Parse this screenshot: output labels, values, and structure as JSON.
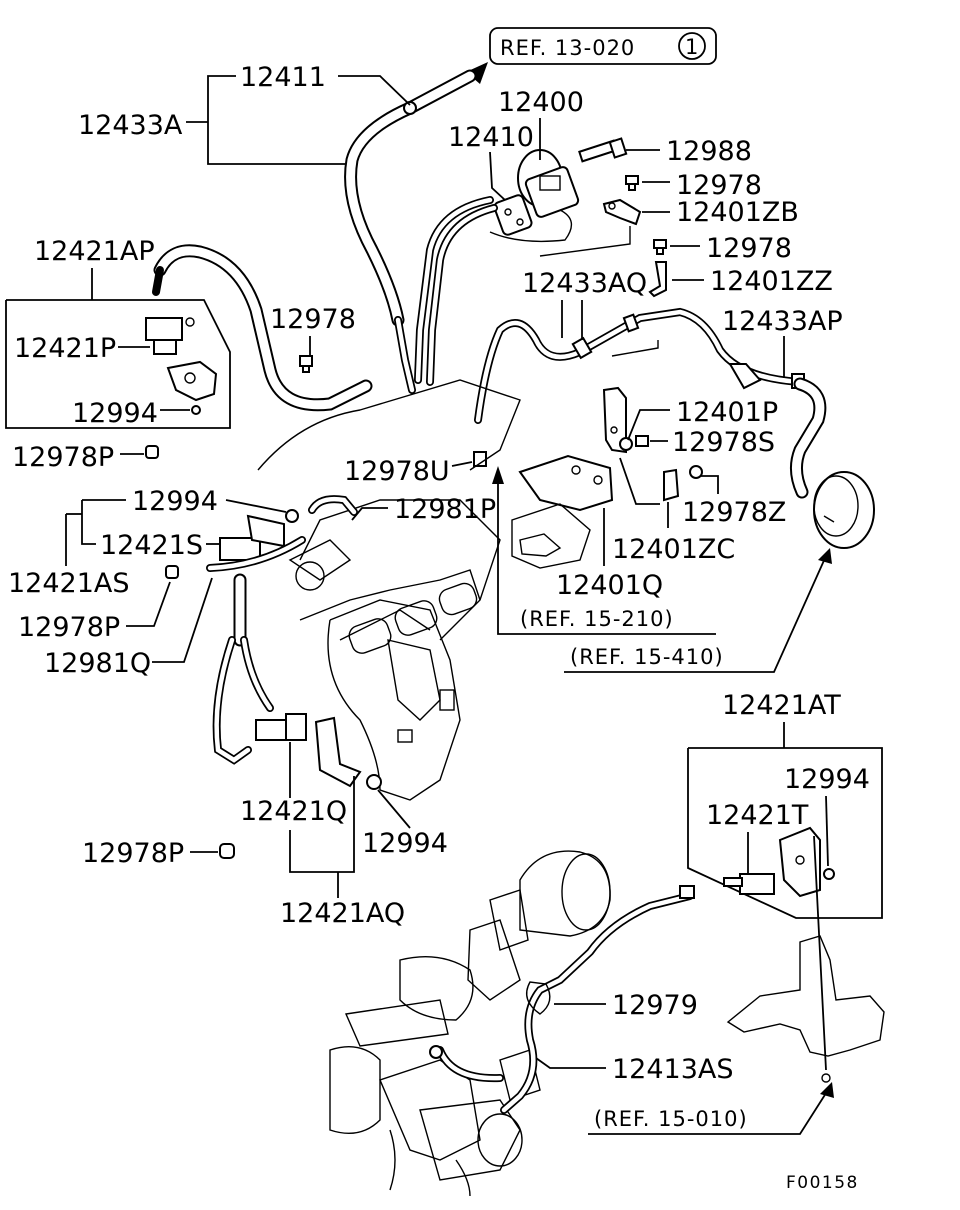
{
  "diagram_code": "F00158",
  "refs": {
    "ref_13_020": "REF. 13-020",
    "ref_13_020_circle": "1",
    "ref_15_210": "(REF. 15-210)",
    "ref_15_410": "(REF. 15-410)",
    "ref_15_010": "(REF. 15-010)"
  },
  "labels": {
    "p12411": "12411",
    "p12433A": "12433A",
    "p12400": "12400",
    "p12410": "12410",
    "p12988": "12988",
    "p12978_a": "12978",
    "p12401ZB": "12401ZB",
    "p12978_b": "12978",
    "p12401ZZ": "12401ZZ",
    "p12433AQ": "12433AQ",
    "p12433AP": "12433AP",
    "p12421AP": "12421AP",
    "p12421P": "12421P",
    "p12994_a": "12994",
    "p12978_c": "12978",
    "p12978P_a": "12978P",
    "p12978U": "12978U",
    "p12401P": "12401P",
    "p12978S": "12978S",
    "p12994_b": "12994",
    "p12981P": "12981P",
    "p12978Z": "12978Z",
    "p12421S": "12421S",
    "p12401ZC": "12401ZC",
    "p12421AS": "12421AS",
    "p12401Q": "12401Q",
    "p12978P_b": "12978P",
    "p12981Q": "12981Q",
    "p12421AT": "12421AT",
    "p12994_c": "12994",
    "p12421T": "12421T",
    "p12421Q": "12421Q",
    "p12994_d": "12994",
    "p12978P_c": "12978P",
    "p12421AQ": "12421AQ",
    "p12979": "12979",
    "p12413AS": "12413AS"
  }
}
